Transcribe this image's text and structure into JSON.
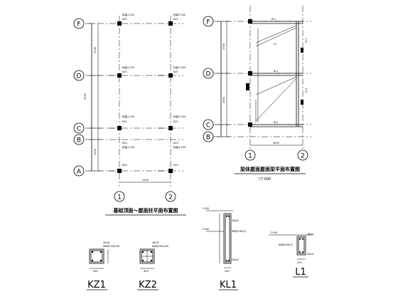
{
  "plan_left": {
    "title": "基础顶面～屋面柱平面布置图",
    "axes": {
      "F": "F",
      "D": "D",
      "C": "C",
      "B": "B",
      "A": "A",
      "one": "1",
      "two": "2"
    },
    "level_a": "标高7.000",
    "level_b": "标高1.255",
    "level_c": "标高1.200",
    "column_kz1": "KZ1",
    "column_kz2": "KZ2",
    "dim_total": "5200",
    "dim_upper": "3700",
    "dim_lower": "1500",
    "dim_width": "2400"
  },
  "plan_right": {
    "title": "梁体屋面屋面梁平面布置图",
    "subtitle": "▽7.000",
    "axes": {
      "F": "F",
      "D": "D",
      "C": "C",
      "B": "B",
      "one": "1",
      "two": "2"
    },
    "beam_kl1": "KL1",
    "beam_l1": "L1",
    "dim_width": "4000",
    "dim_a": "3700",
    "dim_b": "1500"
  },
  "details": {
    "kz1": {
      "label": "KZ1",
      "note1": "4Φ16",
      "note2": "Φ8@100/200",
      "dim": "400"
    },
    "kz2": {
      "label": "KZ2",
      "note1": "4Φ16",
      "note2": "Φ8@100/200",
      "dim": "400"
    },
    "kl1": {
      "label": "KL1",
      "top": "2Φ16",
      "bar": "Φ8@100(2)",
      "bottom": "2Φ16",
      "level": "7.000",
      "width": "200"
    },
    "l1": {
      "label": "L1",
      "top": "2Φ14",
      "bar": "Φ8@200(2)",
      "bottom": "2Φ14",
      "level": "7.000",
      "width": "200"
    }
  }
}
